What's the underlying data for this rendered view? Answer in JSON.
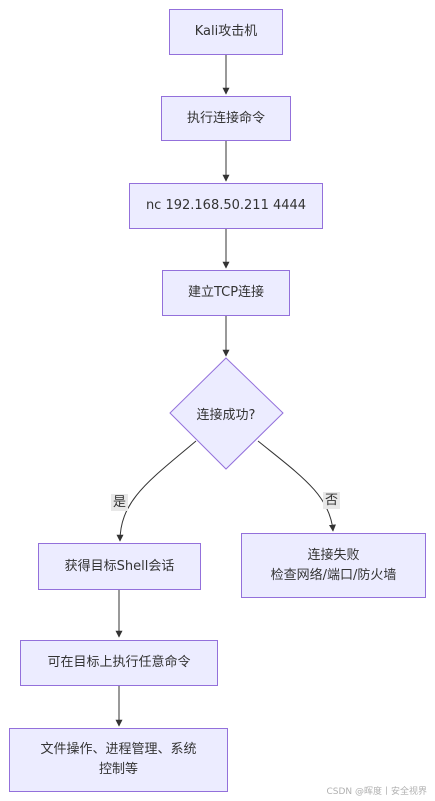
{
  "nodes": {
    "kali": "Kali攻击机",
    "execute_cmd": "执行连接命令",
    "nc_cmd": "nc 192.168.50.211 4444",
    "tcp": "建立TCP连接",
    "decision": "连接成功?",
    "shell": "获得目标Shell会话",
    "run_any": "可在目标上执行任意命令",
    "ops_line1": "文件操作、进程管理、系统",
    "ops_line2": "控制等",
    "fail_line1": "连接失败",
    "fail_line2": "检查网络/端口/防火墙"
  },
  "edges": {
    "yes": "是",
    "no": "否"
  },
  "watermark": "CSDN @晖度丨安全视界",
  "colors": {
    "node_fill": "#ececff",
    "node_border": "#9370db",
    "edge": "#333333",
    "edge_label_bg": "#e8e8e8"
  }
}
